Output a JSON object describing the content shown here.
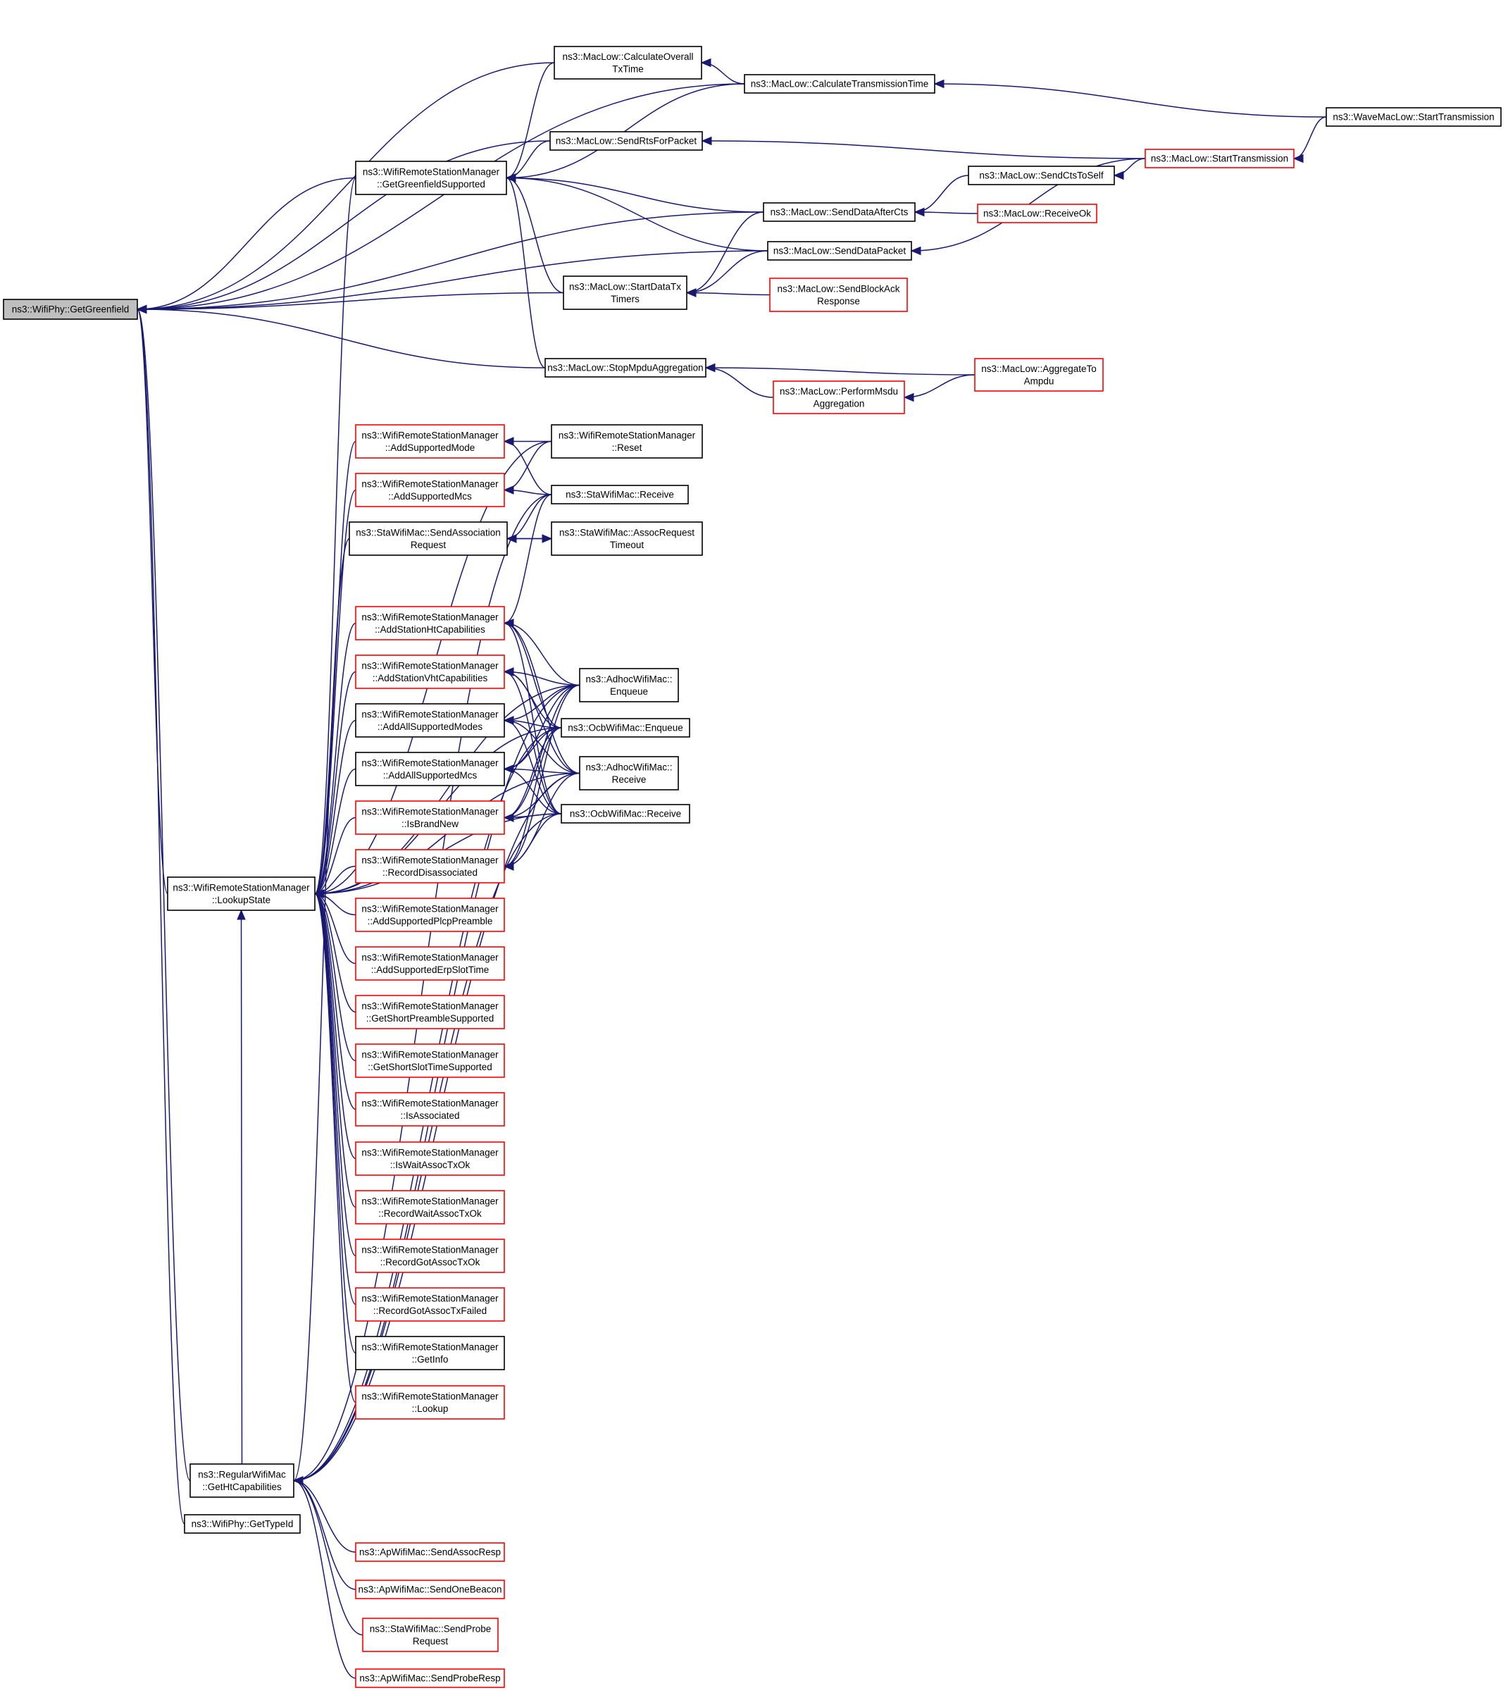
{
  "graph": {
    "title": "",
    "colors": {
      "edge": "#191970",
      "border_normal": "#000000",
      "border_truncated": "#ff0000",
      "root_fill": "#bfbfbf"
    },
    "nodes": [
      {
        "id": "getGreenfield",
        "lines": [
          "ns3::WifiPhy::GetGreenfield"
        ],
        "style": "root"
      },
      {
        "id": "calcOverallTx",
        "lines": [
          "ns3::MacLow::CalculateOverall",
          "TxTime"
        ],
        "style": "normal"
      },
      {
        "id": "calcTransTime",
        "lines": [
          "ns3::MacLow::CalculateTransmissionTime"
        ],
        "style": "normal"
      },
      {
        "id": "waveStartTx",
        "lines": [
          "ns3::WaveMacLow::StartTransmission"
        ],
        "style": "normal"
      },
      {
        "id": "sendRtsForPacket",
        "lines": [
          "ns3::MacLow::SendRtsForPacket"
        ],
        "style": "normal"
      },
      {
        "id": "startTransmission",
        "lines": [
          "ns3::MacLow::StartTransmission"
        ],
        "style": "red"
      },
      {
        "id": "getGreenfieldSupported",
        "lines": [
          "ns3::WifiRemoteStationManager",
          "::GetGreenfieldSupported"
        ],
        "style": "normal"
      },
      {
        "id": "sendCtsToSelf",
        "lines": [
          "ns3::MacLow::SendCtsToSelf"
        ],
        "style": "normal"
      },
      {
        "id": "sendDataAfterCts",
        "lines": [
          "ns3::MacLow::SendDataAfterCts"
        ],
        "style": "normal"
      },
      {
        "id": "receiveOk",
        "lines": [
          "ns3::MacLow::ReceiveOk"
        ],
        "style": "red"
      },
      {
        "id": "sendDataPacket",
        "lines": [
          "ns3::MacLow::SendDataPacket"
        ],
        "style": "normal"
      },
      {
        "id": "startDataTxTimers",
        "lines": [
          "ns3::MacLow::StartDataTx",
          "Timers"
        ],
        "style": "normal"
      },
      {
        "id": "sendBlockAckResponse",
        "lines": [
          "ns3::MacLow::SendBlockAck",
          "Response"
        ],
        "style": "red"
      },
      {
        "id": "stopMpduAggregation",
        "lines": [
          "ns3::MacLow::StopMpduAggregation"
        ],
        "style": "normal"
      },
      {
        "id": "aggregateToAmpdu",
        "lines": [
          "ns3::MacLow::AggregateTo",
          "Ampdu"
        ],
        "style": "red"
      },
      {
        "id": "performMsduAggregation",
        "lines": [
          "ns3::MacLow::PerformMsdu",
          "Aggregation"
        ],
        "style": "red"
      },
      {
        "id": "addSupportedMode",
        "lines": [
          "ns3::WifiRemoteStationManager",
          "::AddSupportedMode"
        ],
        "style": "red"
      },
      {
        "id": "reset",
        "lines": [
          "ns3::WifiRemoteStationManager",
          "::Reset"
        ],
        "style": "normal"
      },
      {
        "id": "addSupportedMcs",
        "lines": [
          "ns3::WifiRemoteStationManager",
          "::AddSupportedMcs"
        ],
        "style": "red"
      },
      {
        "id": "staReceive",
        "lines": [
          "ns3::StaWifiMac::Receive"
        ],
        "style": "normal"
      },
      {
        "id": "sendAssocRequest",
        "lines": [
          "ns3::StaWifiMac::SendAssociation",
          "Request"
        ],
        "style": "normal"
      },
      {
        "id": "assocRequestTimeout",
        "lines": [
          "ns3::StaWifiMac::AssocRequest",
          "Timeout"
        ],
        "style": "normal"
      },
      {
        "id": "addStationHtCaps",
        "lines": [
          "ns3::WifiRemoteStationManager",
          "::AddStationHtCapabilities"
        ],
        "style": "red"
      },
      {
        "id": "addStationVhtCaps",
        "lines": [
          "ns3::WifiRemoteStationManager",
          "::AddStationVhtCapabilities"
        ],
        "style": "red"
      },
      {
        "id": "adhocEnqueue",
        "lines": [
          "ns3::AdhocWifiMac::",
          "Enqueue"
        ],
        "style": "normal"
      },
      {
        "id": "addAllSupportedModes",
        "lines": [
          "ns3::WifiRemoteStationManager",
          "::AddAllSupportedModes"
        ],
        "style": "normal"
      },
      {
        "id": "ocbEnqueue",
        "lines": [
          "ns3::OcbWifiMac::Enqueue"
        ],
        "style": "normal"
      },
      {
        "id": "addAllSupportedMcs",
        "lines": [
          "ns3::WifiRemoteStationManager",
          "::AddAllSupportedMcs"
        ],
        "style": "normal"
      },
      {
        "id": "adhocReceive",
        "lines": [
          "ns3::AdhocWifiMac::",
          "Receive"
        ],
        "style": "normal"
      },
      {
        "id": "isBrandNew",
        "lines": [
          "ns3::WifiRemoteStationManager",
          "::IsBrandNew"
        ],
        "style": "red"
      },
      {
        "id": "ocbReceive",
        "lines": [
          "ns3::OcbWifiMac::Receive"
        ],
        "style": "normal"
      },
      {
        "id": "recordDisassociated",
        "lines": [
          "ns3::WifiRemoteStationManager",
          "::RecordDisassociated"
        ],
        "style": "red"
      },
      {
        "id": "lookupState",
        "lines": [
          "ns3::WifiRemoteStationManager",
          "::LookupState"
        ],
        "style": "normal"
      },
      {
        "id": "addSupportedPlcpPreamble",
        "lines": [
          "ns3::WifiRemoteStationManager",
          "::AddSupportedPlcpPreamble"
        ],
        "style": "red"
      },
      {
        "id": "addSupportedErpSlotTime",
        "lines": [
          "ns3::WifiRemoteStationManager",
          "::AddSupportedErpSlotTime"
        ],
        "style": "red"
      },
      {
        "id": "getShortPreambleSupported",
        "lines": [
          "ns3::WifiRemoteStationManager",
          "::GetShortPreambleSupported"
        ],
        "style": "red"
      },
      {
        "id": "getShortSlotTimeSupported",
        "lines": [
          "ns3::WifiRemoteStationManager",
          "::GetShortSlotTimeSupported"
        ],
        "style": "red"
      },
      {
        "id": "isAssociated",
        "lines": [
          "ns3::WifiRemoteStationManager",
          "::IsAssociated"
        ],
        "style": "red"
      },
      {
        "id": "isWaitAssocTxOk",
        "lines": [
          "ns3::WifiRemoteStationManager",
          "::IsWaitAssocTxOk"
        ],
        "style": "red"
      },
      {
        "id": "recordWaitAssocTxOk",
        "lines": [
          "ns3::WifiRemoteStationManager",
          "::RecordWaitAssocTxOk"
        ],
        "style": "red"
      },
      {
        "id": "recordGotAssocTxOk",
        "lines": [
          "ns3::WifiRemoteStationManager",
          "::RecordGotAssocTxOk"
        ],
        "style": "red"
      },
      {
        "id": "recordGotAssocTxFailed",
        "lines": [
          "ns3::WifiRemoteStationManager",
          "::RecordGotAssocTxFailed"
        ],
        "style": "red"
      },
      {
        "id": "getInfo",
        "lines": [
          "ns3::WifiRemoteStationManager",
          "::GetInfo"
        ],
        "style": "normal"
      },
      {
        "id": "lookup",
        "lines": [
          "ns3::WifiRemoteStationManager",
          "::Lookup"
        ],
        "style": "red"
      },
      {
        "id": "getHtCapabilities",
        "lines": [
          "ns3::RegularWifiMac",
          "::GetHtCapabilities"
        ],
        "style": "normal"
      },
      {
        "id": "getTypeId",
        "lines": [
          "ns3::WifiPhy::GetTypeId"
        ],
        "style": "normal"
      },
      {
        "id": "sendAssocResp",
        "lines": [
          "ns3::ApWifiMac::SendAssocResp"
        ],
        "style": "red"
      },
      {
        "id": "sendOneBeacon",
        "lines": [
          "ns3::ApWifiMac::SendOneBeacon"
        ],
        "style": "red"
      },
      {
        "id": "sendProbeRequest",
        "lines": [
          "ns3::StaWifiMac::SendProbe",
          "Request"
        ],
        "style": "red"
      },
      {
        "id": "sendProbeResp",
        "lines": [
          "ns3::ApWifiMac::SendProbeResp"
        ],
        "style": "red"
      }
    ],
    "edges": [
      [
        "getGreenfield",
        "calcOverallTx"
      ],
      [
        "getGreenfield",
        "calcTransTime"
      ],
      [
        "getGreenfield",
        "sendRtsForPacket"
      ],
      [
        "getGreenfield",
        "getGreenfieldSupported"
      ],
      [
        "getGreenfield",
        "sendDataAfterCts"
      ],
      [
        "getGreenfield",
        "sendDataPacket"
      ],
      [
        "getGreenfield",
        "startDataTxTimers"
      ],
      [
        "getGreenfield",
        "stopMpduAggregation"
      ],
      [
        "getGreenfield",
        "lookupState"
      ],
      [
        "getGreenfield",
        "getHtCapabilities"
      ],
      [
        "getGreenfield",
        "getTypeId"
      ],
      [
        "calcOverallTx",
        "calcTransTime"
      ],
      [
        "calcTransTime",
        "waveStartTx"
      ],
      [
        "sendRtsForPacket",
        "startTransmission"
      ],
      [
        "startTransmission",
        "waveStartTx"
      ],
      [
        "sendCtsToSelf",
        "startTransmission"
      ],
      [
        "sendDataPacket",
        "startTransmission"
      ],
      [
        "sendDataAfterCts",
        "sendCtsToSelf"
      ],
      [
        "sendDataAfterCts",
        "receiveOk"
      ],
      [
        "startDataTxTimers",
        "sendDataAfterCts"
      ],
      [
        "startDataTxTimers",
        "sendDataPacket"
      ],
      [
        "startDataTxTimers",
        "sendBlockAckResponse"
      ],
      [
        "stopMpduAggregation",
        "aggregateToAmpdu"
      ],
      [
        "stopMpduAggregation",
        "performMsduAggregation"
      ],
      [
        "performMsduAggregation",
        "aggregateToAmpdu"
      ],
      [
        "getGreenfieldSupported",
        "calcOverallTx"
      ],
      [
        "getGreenfieldSupported",
        "calcTransTime"
      ],
      [
        "getGreenfieldSupported",
        "sendRtsForPacket"
      ],
      [
        "getGreenfieldSupported",
        "sendDataAfterCts"
      ],
      [
        "getGreenfieldSupported",
        "sendDataPacket"
      ],
      [
        "getGreenfieldSupported",
        "startDataTxTimers"
      ],
      [
        "getGreenfieldSupported",
        "stopMpduAggregation"
      ],
      [
        "lookupState",
        "getGreenfieldSupported"
      ],
      [
        "addSupportedMode",
        "reset"
      ],
      [
        "addSupportedMode",
        "staReceive"
      ],
      [
        "addSupportedMcs",
        "reset"
      ],
      [
        "addSupportedMcs",
        "staReceive"
      ],
      [
        "sendAssocRequest",
        "staReceive"
      ],
      [
        "sendAssocRequest",
        "assocRequestTimeout"
      ],
      [
        "assocRequestTimeout",
        "sendAssocRequest"
      ],
      [
        "addStationHtCaps",
        "staReceive"
      ],
      [
        "addStationHtCaps",
        "adhocEnqueue"
      ],
      [
        "addStationHtCaps",
        "ocbEnqueue"
      ],
      [
        "addStationHtCaps",
        "adhocReceive"
      ],
      [
        "addStationHtCaps",
        "ocbReceive"
      ],
      [
        "addStationVhtCaps",
        "adhocEnqueue"
      ],
      [
        "addStationVhtCaps",
        "ocbEnqueue"
      ],
      [
        "addStationVhtCaps",
        "adhocReceive"
      ],
      [
        "addStationVhtCaps",
        "ocbReceive"
      ],
      [
        "addAllSupportedModes",
        "adhocEnqueue"
      ],
      [
        "addAllSupportedModes",
        "ocbEnqueue"
      ],
      [
        "addAllSupportedModes",
        "adhocReceive"
      ],
      [
        "addAllSupportedModes",
        "ocbReceive"
      ],
      [
        "addAllSupportedMcs",
        "adhocEnqueue"
      ],
      [
        "addAllSupportedMcs",
        "ocbEnqueue"
      ],
      [
        "addAllSupportedMcs",
        "adhocReceive"
      ],
      [
        "addAllSupportedMcs",
        "ocbReceive"
      ],
      [
        "isBrandNew",
        "adhocEnqueue"
      ],
      [
        "isBrandNew",
        "ocbEnqueue"
      ],
      [
        "isBrandNew",
        "adhocReceive"
      ],
      [
        "isBrandNew",
        "ocbReceive"
      ],
      [
        "recordDisassociated",
        "adhocEnqueue"
      ],
      [
        "recordDisassociated",
        "ocbEnqueue"
      ],
      [
        "recordDisassociated",
        "adhocReceive"
      ],
      [
        "recordDisassociated",
        "ocbReceive"
      ],
      [
        "lookupState",
        "addSupportedMode"
      ],
      [
        "lookupState",
        "addSupportedMcs"
      ],
      [
        "lookupState",
        "reset"
      ],
      [
        "lookupState",
        "sendAssocRequest"
      ],
      [
        "lookupState",
        "addStationHtCaps"
      ],
      [
        "lookupState",
        "addStationVhtCaps"
      ],
      [
        "lookupState",
        "addAllSupportedModes"
      ],
      [
        "lookupState",
        "addAllSupportedMcs"
      ],
      [
        "lookupState",
        "isBrandNew"
      ],
      [
        "lookupState",
        "recordDisassociated"
      ],
      [
        "lookupState",
        "addSupportedPlcpPreamble"
      ],
      [
        "lookupState",
        "addSupportedErpSlotTime"
      ],
      [
        "lookupState",
        "getShortPreambleSupported"
      ],
      [
        "lookupState",
        "getShortSlotTimeSupported"
      ],
      [
        "lookupState",
        "isAssociated"
      ],
      [
        "lookupState",
        "isWaitAssocTxOk"
      ],
      [
        "lookupState",
        "recordWaitAssocTxOk"
      ],
      [
        "lookupState",
        "recordGotAssocTxOk"
      ],
      [
        "lookupState",
        "recordGotAssocTxFailed"
      ],
      [
        "lookupState",
        "getInfo"
      ],
      [
        "lookupState",
        "lookup"
      ],
      [
        "lookupState",
        "adhocEnqueue"
      ],
      [
        "lookupState",
        "ocbEnqueue"
      ],
      [
        "lookupState",
        "adhocReceive"
      ],
      [
        "lookupState",
        "ocbReceive"
      ],
      [
        "lookupState",
        "getHtCapabilities"
      ],
      [
        "getHtCapabilities",
        "staReceive"
      ],
      [
        "getHtCapabilities",
        "sendAssocRequest"
      ],
      [
        "getHtCapabilities",
        "adhocEnqueue"
      ],
      [
        "getHtCapabilities",
        "ocbEnqueue"
      ],
      [
        "getHtCapabilities",
        "adhocReceive"
      ],
      [
        "getHtCapabilities",
        "ocbReceive"
      ],
      [
        "getHtCapabilities",
        "sendAssocResp"
      ],
      [
        "getHtCapabilities",
        "sendOneBeacon"
      ],
      [
        "getHtCapabilities",
        "sendProbeRequest"
      ],
      [
        "getHtCapabilities",
        "sendProbeResp"
      ]
    ]
  }
}
